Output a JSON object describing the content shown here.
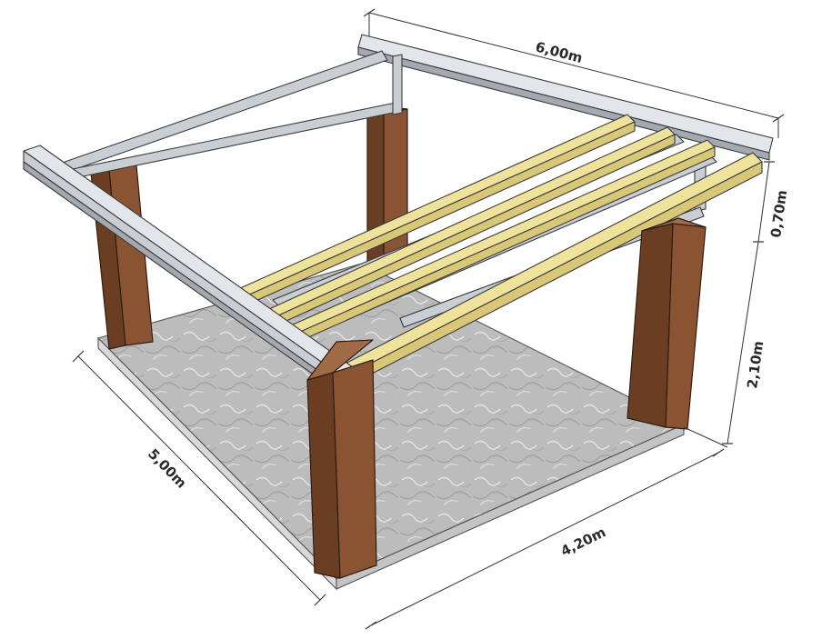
{
  "dimensions": {
    "roof_length": "6,00m",
    "roof_height": "0,70m",
    "post_height": "2,10m",
    "slab_depth": "5,00m",
    "slab_width": "4,20m"
  },
  "colors": {
    "steel": "#c9cdd4",
    "timber_joist": "#efe39c",
    "post": "#8a5433",
    "concrete": "#b9b9b9",
    "dimension_line": "#333333"
  }
}
